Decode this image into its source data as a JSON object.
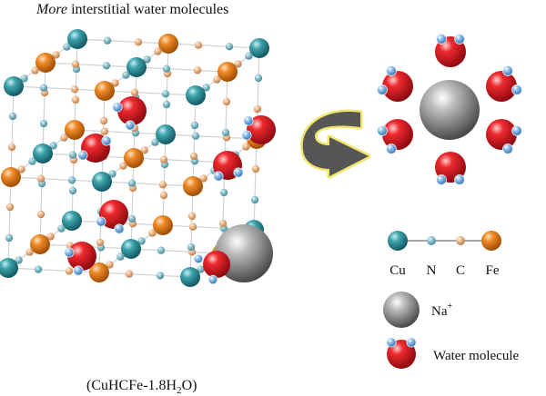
{
  "title": {
    "emphasis": "More",
    "rest": " interstitial water molecules"
  },
  "caption": {
    "prefix": "(CuHCFe-1.8H",
    "subscript": "2",
    "suffix": "O)"
  },
  "legend": {
    "cu": "Cu",
    "n": "N",
    "c": "C",
    "fe": "Fe",
    "na": "Na",
    "na_charge": "+",
    "water": "Water molecule"
  },
  "colors": {
    "cu": "#2f8f9a",
    "fe": "#e07d1f",
    "n": "#7fb7c4",
    "c": "#e8b48a",
    "oxygen": "#d8202a",
    "hydrogen": "#6fa7df",
    "sodium": "#8a8a8a",
    "arrow": "#555555",
    "arrow_glow": "#f0e060"
  }
}
